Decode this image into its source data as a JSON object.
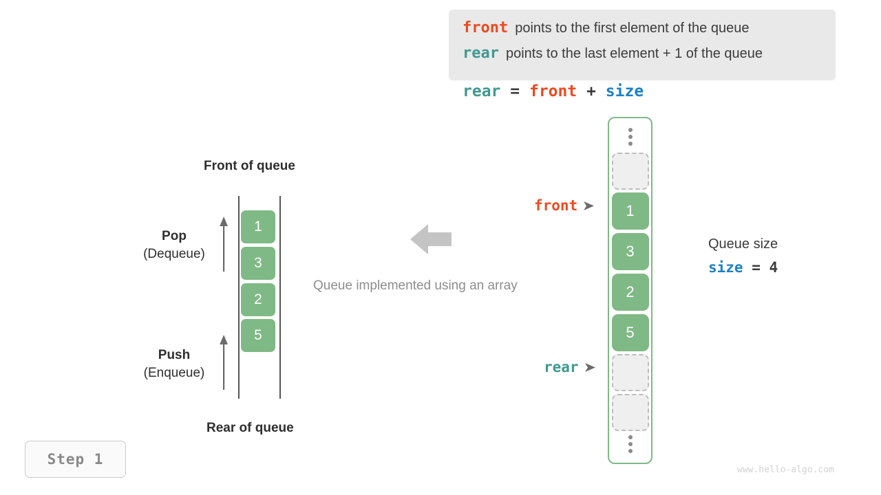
{
  "legend": {
    "lines": [
      {
        "keyword": "front",
        "keyword_color": "#ec4a20",
        "text": "points to the first element of the queue"
      },
      {
        "keyword": "rear",
        "keyword_color": "#3f9990",
        "text": "points to the last element + 1 of the queue"
      }
    ],
    "background": "#e9e9e9"
  },
  "equation": {
    "rear": "rear",
    "equals": "=",
    "front": "front",
    "plus": "+",
    "size": "size"
  },
  "left_queue": {
    "top_label": "Front of queue",
    "bottom_label": "Rear of queue",
    "pop": {
      "title": "Pop",
      "subtitle": "(Dequeue)"
    },
    "push": {
      "title": "Push",
      "subtitle": "(Enqueue)"
    },
    "values": [
      "1",
      "3",
      "2",
      "5"
    ],
    "box_color": "#7fb985"
  },
  "center": {
    "caption": "Queue implemented using an array",
    "arrow_direction": "left",
    "arrow_color": "#c4c4c4"
  },
  "array": {
    "border_color": "#7fb985",
    "cells": [
      {
        "type": "dots",
        "value": ""
      },
      {
        "type": "empty",
        "value": ""
      },
      {
        "type": "filled",
        "value": "1"
      },
      {
        "type": "filled",
        "value": "3"
      },
      {
        "type": "filled",
        "value": "2"
      },
      {
        "type": "filled",
        "value": "5"
      },
      {
        "type": "empty",
        "value": ""
      },
      {
        "type": "empty",
        "value": ""
      },
      {
        "type": "dots",
        "value": ""
      }
    ],
    "pointers": {
      "front": {
        "label": "front",
        "color": "#ec4a20",
        "target_value": "1"
      },
      "rear": {
        "label": "rear",
        "color": "#3f9990",
        "target_value": ""
      }
    }
  },
  "queue_size": {
    "title": "Queue size",
    "var": "size",
    "equals": "=",
    "value": "4"
  },
  "step_badge": {
    "label": "Step 1"
  },
  "watermark": {
    "text": "www.hello-algo.com"
  }
}
